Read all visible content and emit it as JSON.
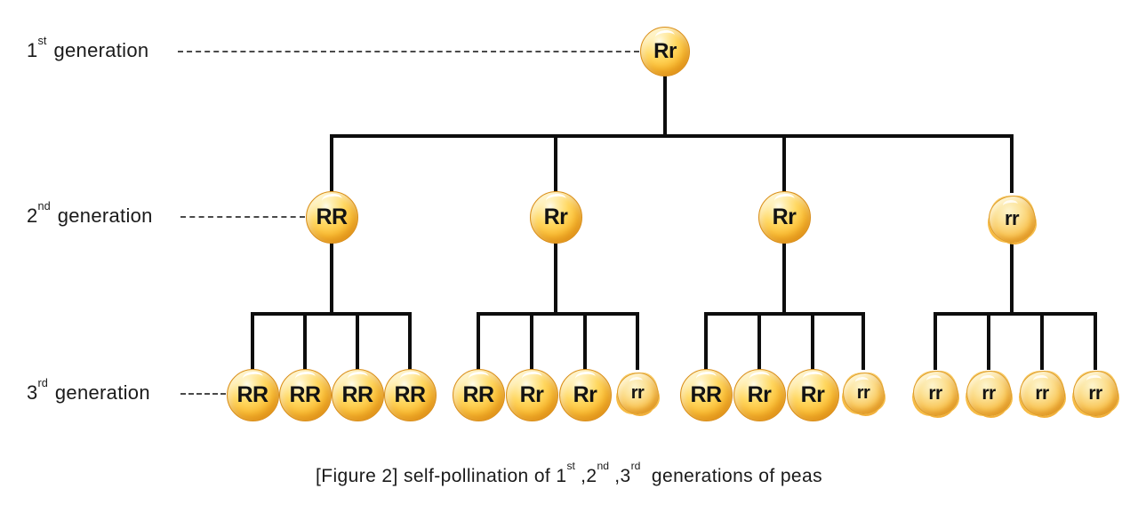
{
  "diagram": {
    "generation_labels": [
      {
        "ordinal": "1",
        "suffix": "st",
        "rest": "generation"
      },
      {
        "ordinal": "2",
        "suffix": "nd",
        "rest": "generation"
      },
      {
        "ordinal": "3",
        "suffix": "rd",
        "rest": "generation"
      }
    ],
    "tree": {
      "generation1": {
        "genotype": "Rr",
        "shape": "round"
      },
      "generation2": [
        {
          "genotype": "RR",
          "shape": "round"
        },
        {
          "genotype": "Rr",
          "shape": "round"
        },
        {
          "genotype": "Rr",
          "shape": "round"
        },
        {
          "genotype": "rr",
          "shape": "wrinkled"
        }
      ],
      "generation3": [
        [
          {
            "genotype": "RR",
            "shape": "round"
          },
          {
            "genotype": "RR",
            "shape": "round"
          },
          {
            "genotype": "RR",
            "shape": "round"
          },
          {
            "genotype": "RR",
            "shape": "round"
          }
        ],
        [
          {
            "genotype": "RR",
            "shape": "round"
          },
          {
            "genotype": "Rr",
            "shape": "round"
          },
          {
            "genotype": "Rr",
            "shape": "round"
          },
          {
            "genotype": "rr",
            "shape": "wrinkled"
          }
        ],
        [
          {
            "genotype": "RR",
            "shape": "round"
          },
          {
            "genotype": "Rr",
            "shape": "round"
          },
          {
            "genotype": "Rr",
            "shape": "round"
          },
          {
            "genotype": "rr",
            "shape": "wrinkled"
          }
        ],
        [
          {
            "genotype": "rr",
            "shape": "wrinkled"
          },
          {
            "genotype": "rr",
            "shape": "wrinkled"
          },
          {
            "genotype": "rr",
            "shape": "wrinkled"
          },
          {
            "genotype": "rr",
            "shape": "wrinkled"
          }
        ]
      ]
    },
    "caption": {
      "segments": [
        {
          "text": "[Figure 2] self-pollination of 1"
        },
        {
          "sup": "st"
        },
        {
          "text": " ,2"
        },
        {
          "sup": "nd"
        },
        {
          "text": " ,3"
        },
        {
          "sup": "rd"
        },
        {
          "text": "  generations of peas"
        }
      ]
    },
    "colors": {
      "pea_body": "#fbc53d",
      "pea_edge": "#e8920f",
      "pea_highlight": "#fff6d8",
      "line": "#0d0d0d",
      "dotted_line": "#4a4a4a",
      "text": "#1a1a1a"
    }
  }
}
